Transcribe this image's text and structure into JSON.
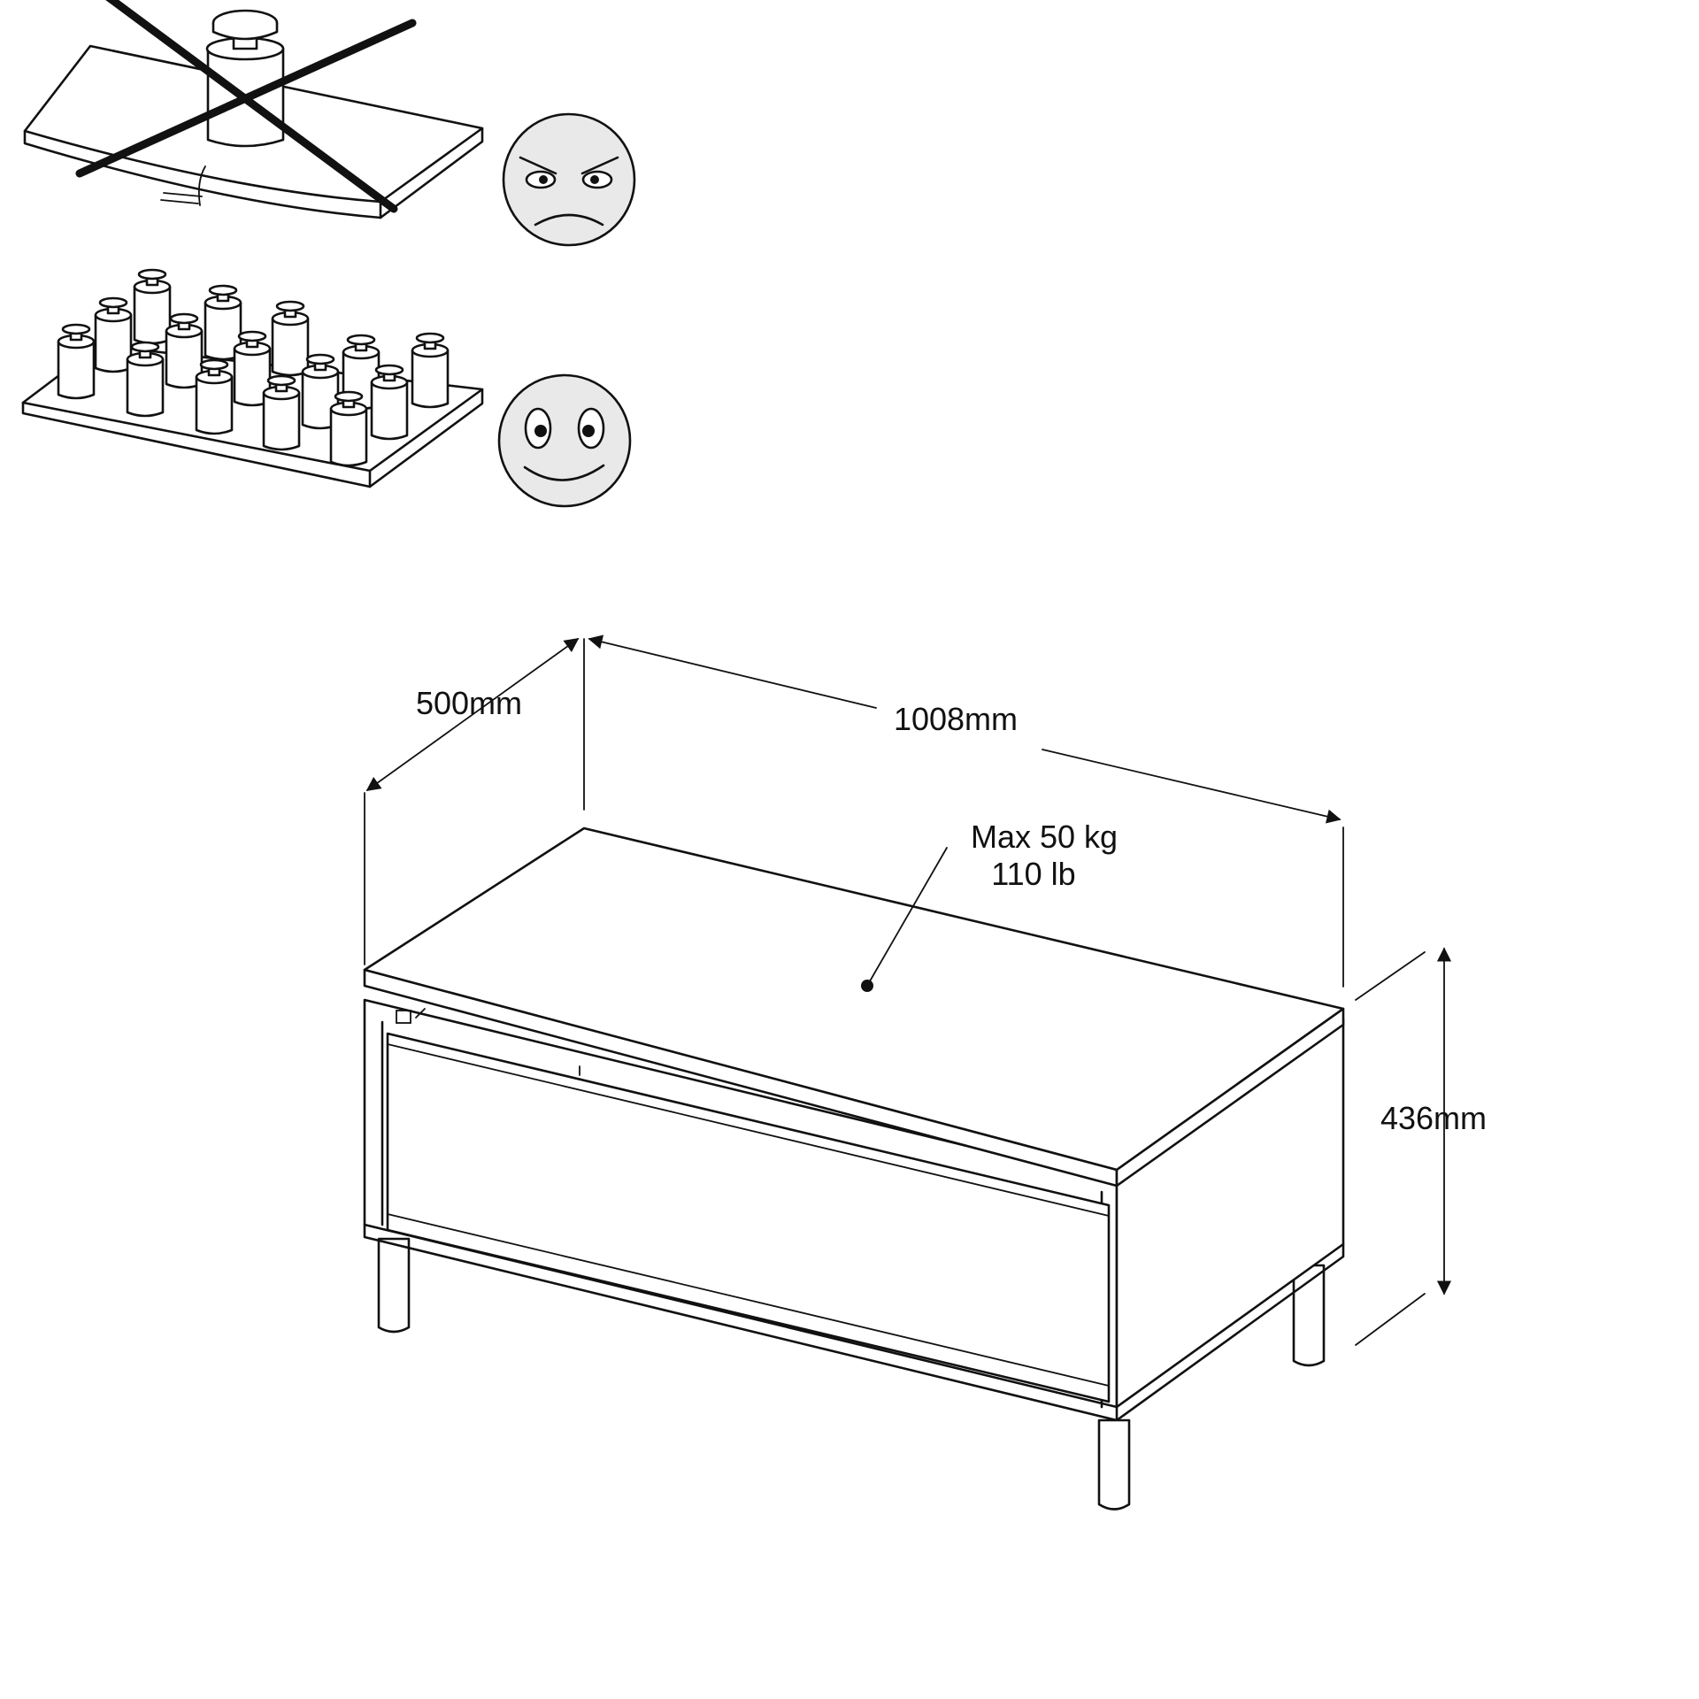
{
  "dimensions": {
    "depth": "500mm",
    "width": "1008mm",
    "height": "436mm"
  },
  "load": {
    "max_kg": "Max 50 kg",
    "max_lb": "110 lb"
  },
  "icons": {
    "wrong_face": "angry-face-icon",
    "right_face": "happy-face-icon",
    "weight": "weight-icon"
  }
}
